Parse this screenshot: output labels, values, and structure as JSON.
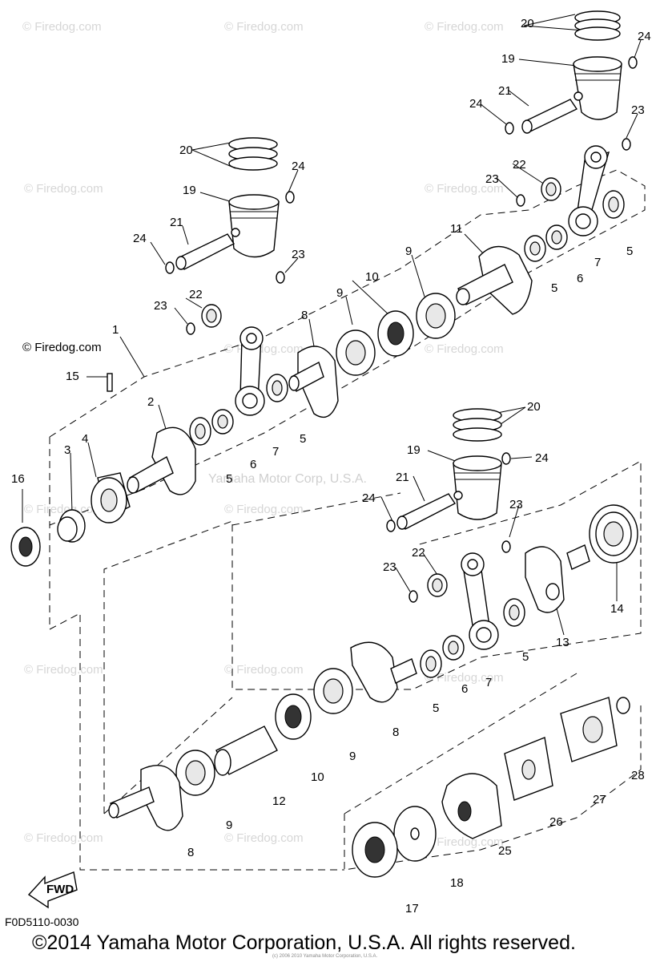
{
  "watermark": "© Firedog.com",
  "center_watermark": "Yamaha Motor Corp, U.S.A.",
  "diagram_code": "F0D5110-0030",
  "copyright": "©2014 Yamaha Motor Corporation, U.S.A. All rights reserved.",
  "small_copyright": "(c) 2006 2010 Yamaha Motor Corporation, U.S.A.",
  "fwd_label": "FWD",
  "callouts": [
    "1",
    "2",
    "3",
    "4",
    "5",
    "6",
    "7",
    "8",
    "9",
    "10",
    "11",
    "12",
    "13",
    "14",
    "15",
    "16",
    "17",
    "18",
    "19",
    "20",
    "21",
    "22",
    "23",
    "24",
    "25",
    "26",
    "27",
    "28"
  ]
}
